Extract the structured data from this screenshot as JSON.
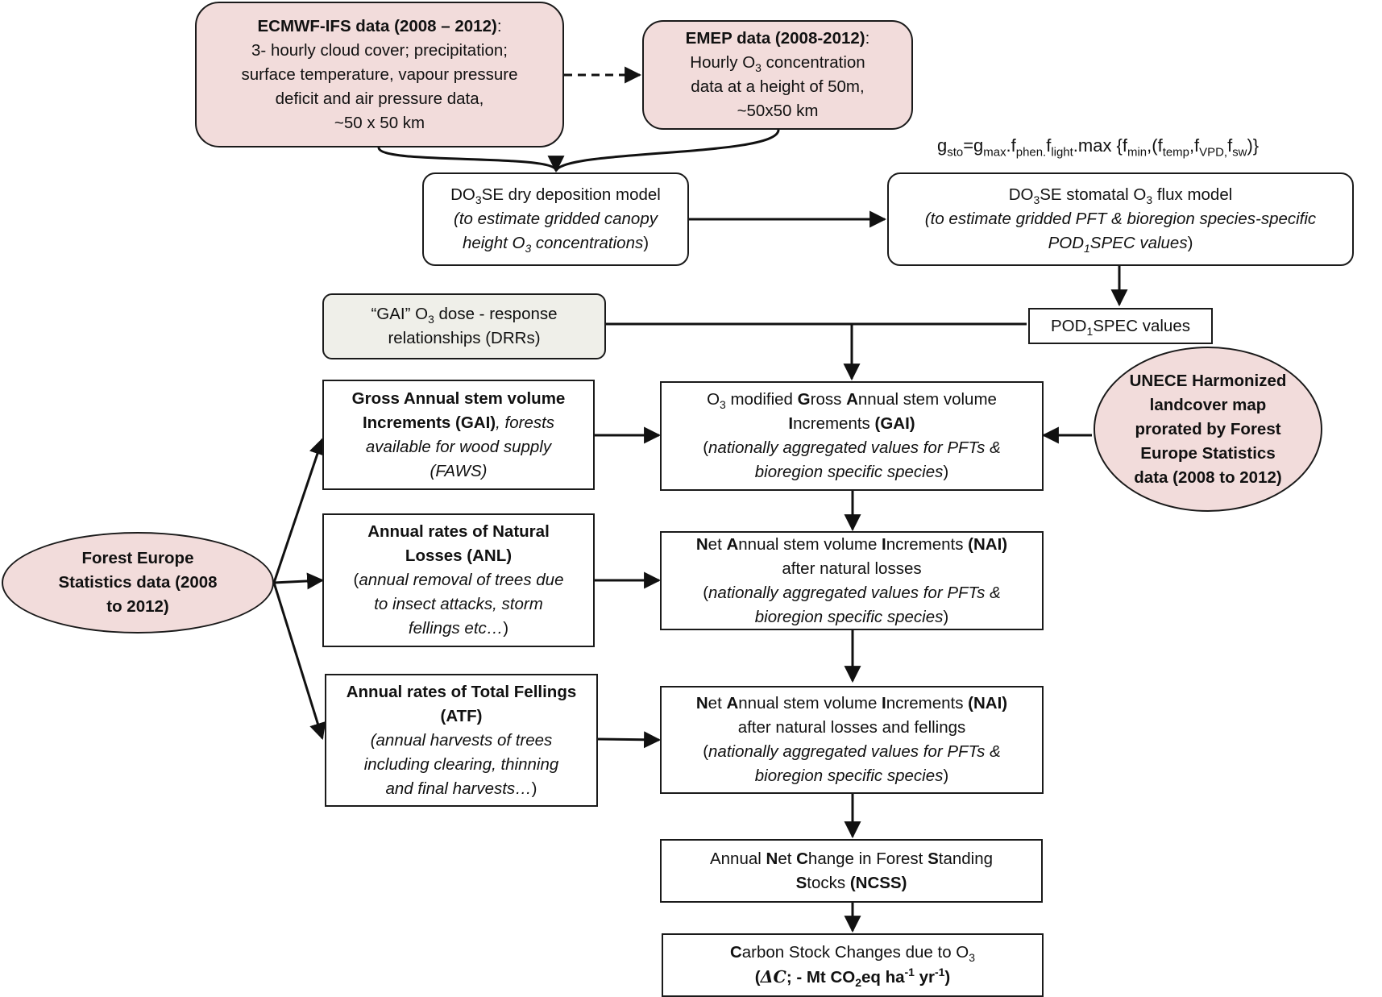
{
  "diagram": {
    "ecmwf": {
      "title": "ECMWF-IFS data (2008 – 2012)",
      "title_colon": ":",
      "line2": "3- hourly cloud cover; precipitation;",
      "line3": "surface temperature,  vapour pressure",
      "line4": "deficit and air pressure data,",
      "line5": "~50 x 50 km"
    },
    "emep": {
      "title": "EMEP data (2008-2012)",
      "title_colon": ":",
      "line2_a": "Hourly O",
      "line2_sub": "3",
      "line2_b": " concentration",
      "line3": "data at a height of 50m,",
      "line4": "~50x50 km"
    },
    "formula": {
      "g": "g",
      "sto_sub": "sto",
      "eq_g": "=g",
      "max_sub": "max",
      "f1": ".f",
      "phen_sub": "phen.",
      "f2": "f",
      "light_sub": "light",
      "mid": ".max {f",
      "min_sub": "min",
      "open": ",(f",
      "temp_sub": "temp",
      "f3": ",f",
      "vpd_sub": "VPD,",
      "f4": "f",
      "sw_sub": "sw",
      "close": ")}"
    },
    "dry_dep": {
      "line1_a": "DO",
      "line1_sub": "3",
      "line1_b": "SE dry deposition model",
      "line2": "(to estimate gridded canopy",
      "line3_a": "height O",
      "line3_sub": "3",
      "line3_b": " concentrations",
      "line3_c": ")"
    },
    "stomatal": {
      "line1_a": "DO",
      "line1_sub": "3",
      "line1_b": "SE stomatal O",
      "line1_sub2": "3",
      "line1_c": " flux model",
      "line2": "(to estimate gridded PFT & bioregion species-specific",
      "line3_a": "POD",
      "line3_sub": "1",
      "line3_b": "SPEC values",
      "line3_c": ")"
    },
    "gai_drr": {
      "line1_a": "“GAI” O",
      "line1_sub": "3",
      "line1_b": " dose - response",
      "line2": "relationships (DRRs)"
    },
    "pod_values": {
      "a": "POD",
      "sub": "1",
      "b": "SPEC values"
    },
    "gross_gai": {
      "line1": "Gross Annual stem volume",
      "line2_b": "Increments (GAI)",
      "line2_i": ", forests",
      "line3": "available for wood supply",
      "line4": "(FAWS)"
    },
    "o3_gai": {
      "line1_a": "O",
      "line1_sub": "3",
      "line1_b": " modified ",
      "line1_G": "G",
      "line1_c": "ross ",
      "line1_A": "A",
      "line1_d": "nnual stem volume",
      "line2_I": "I",
      "line2_a": "ncrements ",
      "line2_b": "(GAI)",
      "line3_p": "(",
      "line3_i": "nationally aggregated values for PFTs &",
      "line4_i": "bioregion specific species",
      "line4_p": ")"
    },
    "unece": {
      "line1": "UNECE Harmonized",
      "line2": "landcover map",
      "line3": "prorated by Forest",
      "line4": "Europe Statistics",
      "line5": "data (2008 to 2012)"
    },
    "forest_europe": {
      "line1": "Forest Europe",
      "line2": "Statistics data (2008",
      "line3": "to 2012)"
    },
    "anl": {
      "line1": "Annual rates of Natural",
      "line2": "Losses (ANL)",
      "line3_p": "(",
      "line3_i": "annual removal of trees due",
      "line4_i": "to insect attacks, storm",
      "line5_i": "fellings etc…",
      "line5_p": ")"
    },
    "nai1": {
      "line1_N": "N",
      "line1_a": "et ",
      "line1_A": "A",
      "line1_b": "nnual stem volume ",
      "line1_I": "I",
      "line1_c": "ncrements ",
      "line1_d": "(NAI)",
      "line2": "after natural losses",
      "line3_p": "(",
      "line3_i": "nationally aggregated values for PFTs &",
      "line4_i": "bioregion specific species",
      "line4_p": ")"
    },
    "atf": {
      "line1": "Annual rates of Total Fellings",
      "line2": "(ATF)",
      "line3": "(annual harvests of trees",
      "line4": "including clearing, thinning",
      "line5_i": "and final harvests…",
      "line5_p": ")"
    },
    "nai2": {
      "line1_N": "N",
      "line1_a": "et ",
      "line1_A": "A",
      "line1_b": "nnual stem volume ",
      "line1_I": "I",
      "line1_c": "ncrements ",
      "line1_d": "(NAI)",
      "line2": "after natural losses and fellings",
      "line3_p": "(",
      "line3_i": "nationally aggregated values for PFTs &",
      "line4_i": "bioregion specific species",
      "line4_p": ")"
    },
    "ncss": {
      "line1_a": "Annual ",
      "line1_N": "N",
      "line1_b": "et ",
      "line1_C": "C",
      "line1_c": "hange in Forest ",
      "line1_S": "S",
      "line1_d": "tanding",
      "line2_S": "S",
      "line2_a": "tocks ",
      "line2_b": "(NCSS)"
    },
    "carbon": {
      "line1_C": "C",
      "line1_a": "arbon Stock Changes due to O",
      "line1_sub": "3",
      "line2_p": "(",
      "line2_delta": "ΔC",
      "line2_a": "; - Mt CO",
      "line2_sub": "2",
      "line2_b": "eq ha",
      "line2_sup1": "-1",
      "line2_c": " yr",
      "line2_sup2": "-1",
      "line2_d": ")"
    }
  }
}
